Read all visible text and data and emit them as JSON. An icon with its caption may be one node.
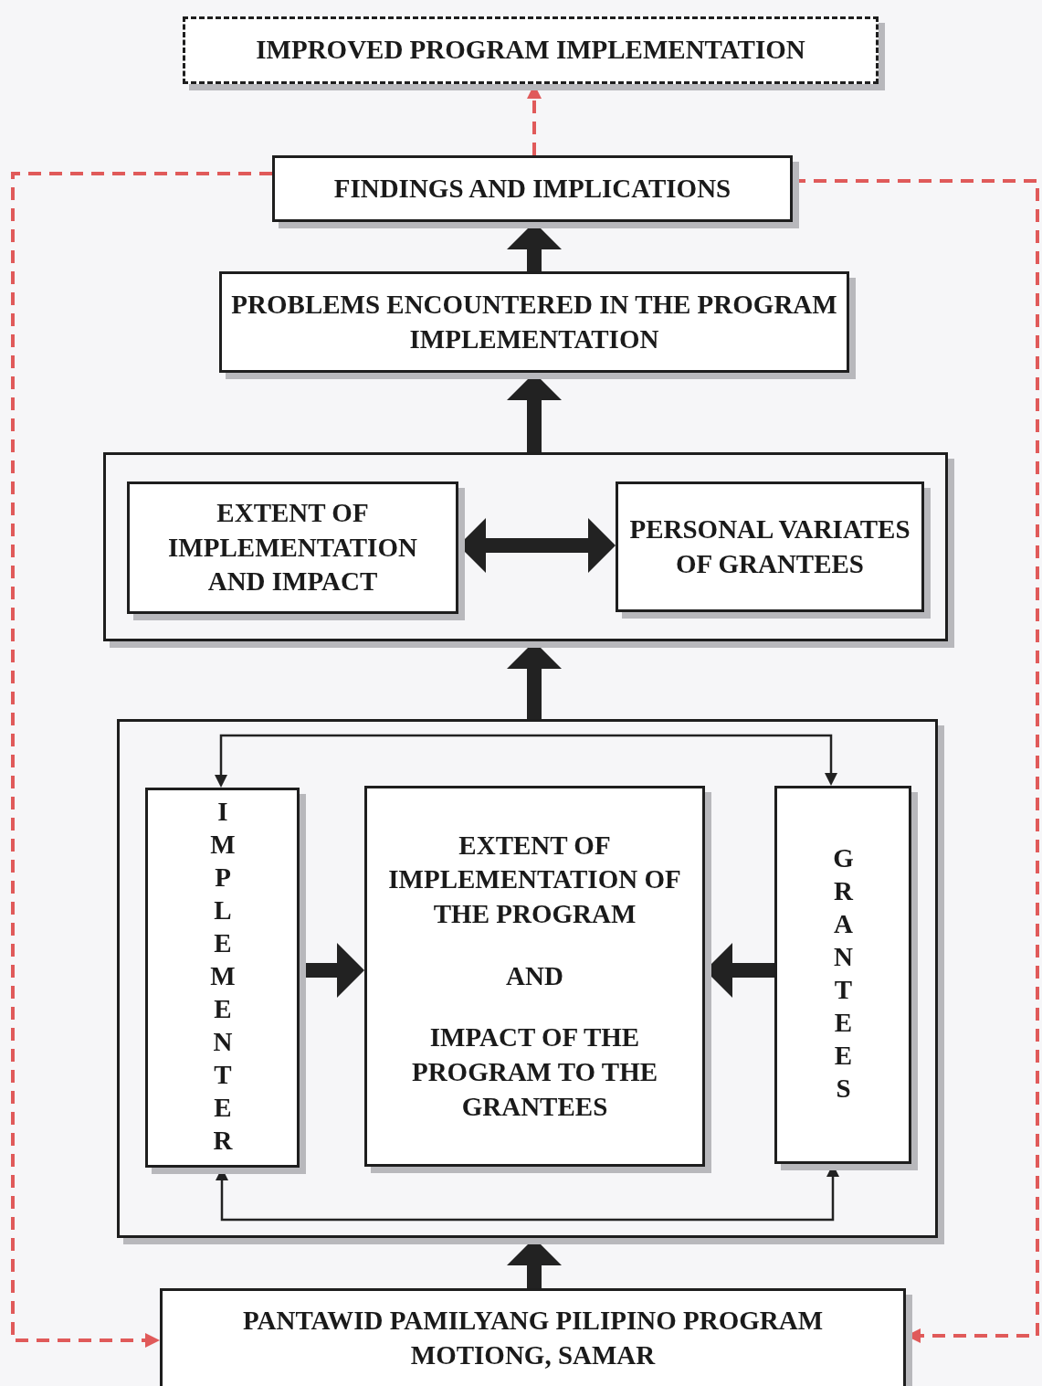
{
  "diagram": {
    "nodes": [
      {
        "text": [
          "IMPROVED PROGRAM IMPLEMENTATION"
        ]
      },
      {
        "text": [
          "FINDINGS AND IMPLICATIONS"
        ]
      },
      {
        "text": [
          "PROBLEMS ENCOUNTERED IN THE PROGRAM IMPLEMENTATION"
        ]
      },
      {
        "text": [],
        "shape": "box"
      },
      {
        "text": [
          "EXTENT OF IMPLEMENTATION AND IMPACT"
        ],
        "in": 3
      },
      {
        "text": [
          "PERSONAL VARIATES OF GRANTEES"
        ],
        "in": 3
      },
      {
        "text": [],
        "shape": "box"
      },
      {
        "text": [
          "IMPLEMENTER"
        ],
        "in": 6
      },
      {
        "text": [
          "EXTENT OF IMPLEMENTATION OF THE PROGRAM",
          "AND",
          "IMPACT OF THE PROGRAM TO THE GRANTEES"
        ],
        "in": 6
      },
      {
        "text": [
          "GRANTEES"
        ],
        "in": 6
      },
      {
        "text": [
          "PANTAWID PAMILYANG PILIPINO PROGRAM MOTIONG, SAMAR"
        ]
      }
    ],
    "edges": [
      {
        "from": 10,
        "to": 6,
        "arrow": "to"
      },
      {
        "from": 6,
        "to": 3,
        "arrow": "to"
      },
      {
        "from": 3,
        "to": 2,
        "arrow": "to"
      },
      {
        "from": 2,
        "to": 1,
        "arrow": "to"
      },
      {
        "from": 1,
        "to": 0,
        "arrow": "to",
        "style": "dashed",
        "color": "#e05a5a"
      },
      {
        "from": 4,
        "to": 5,
        "arrow": "both"
      },
      {
        "from": 7,
        "to": 8,
        "arrow": "to"
      },
      {
        "from": 9,
        "to": 8,
        "arrow": "to"
      },
      {
        "from": 7,
        "to": 9,
        "arrow": "both"
      },
      {
        "from": 7,
        "to": 9,
        "arrow": "both"
      },
      {
        "from": 1,
        "to": 10,
        "arrow": "to",
        "style": "dashed",
        "color": "#e05a5a"
      },
      {
        "from": 1,
        "to": 10,
        "arrow": "to",
        "style": "dashed",
        "color": "#e05a5a"
      }
    ]
  }
}
